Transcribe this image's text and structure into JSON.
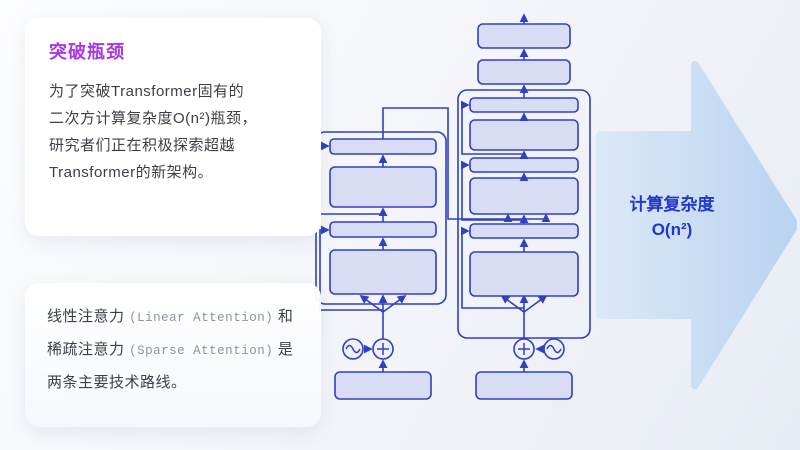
{
  "colors": {
    "box_fill": "#d9dcf5",
    "box_stroke": "#3040c0",
    "arrow": "#3040c0",
    "big_arrow_light": "#dbe8f8",
    "big_arrow_dark": "#b9d3f0",
    "title": "#a838e0",
    "complexity_text": "#2336c9",
    "body_text": "#3d3f48",
    "en_text": "#8e929c"
  },
  "intro_card": {
    "title": "突破瓶颈",
    "lines": [
      "为了突破Transformer固有的",
      "二次方计算复杂度O(n²)瓶颈，",
      "研究者们正在积极探索超越",
      "Transformer的新架构。"
    ]
  },
  "routes_card": {
    "line1_zh_a": "线性注意力 ",
    "line1_en": "(Linear Attention)",
    "line1_zh_b": " 和",
    "line2_zh_a": "稀疏注意力 ",
    "line2_en": "(Sparse Attention)",
    "line2_zh_b": " 是",
    "line3_zh": "两条主要技术路线。"
  },
  "complexity_label": {
    "line1": "计算复杂度",
    "line2": "O(n²)"
  },
  "diagram": {
    "name": "transformer-encoder-decoder"
  }
}
